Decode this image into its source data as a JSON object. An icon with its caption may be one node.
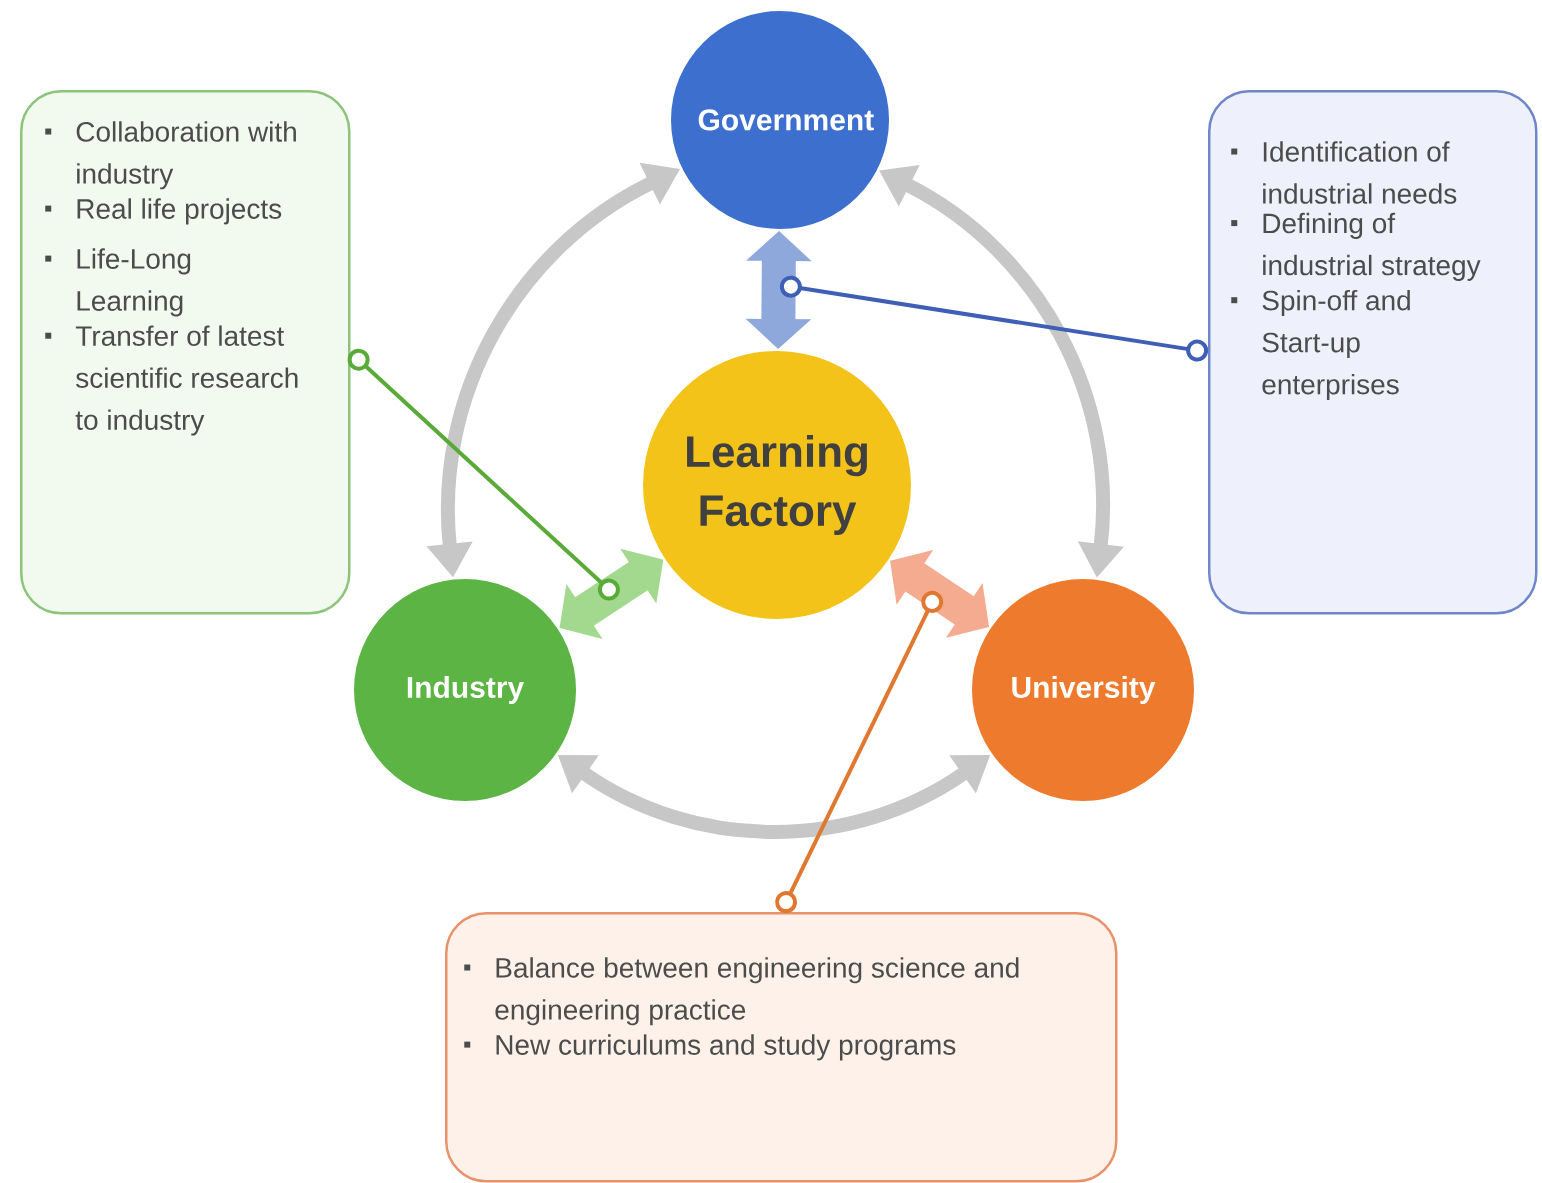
{
  "diagram": {
    "nodes": [
      {
        "text": [
          "Government"
        ]
      },
      {
        "text": [
          "Learning Factory"
        ]
      },
      {
        "text": [
          "Industry"
        ]
      },
      {
        "text": [
          "University"
        ]
      },
      {
        "text": [
          "Collaboration with industry",
          "Real life projects",
          "Life-Long Learning",
          "Transfer of latest scientific research to industry"
        ]
      },
      {
        "text": [
          "Identification of industrial needs",
          "Defining of industrial strategy",
          "Spin-off and Start-up enterprises"
        ]
      },
      {
        "text": [
          "Balance between engineering science and engineering practice",
          "New curriculums and study programs"
        ]
      }
    ],
    "edges": [
      {
        "from": 2,
        "to": 0,
        "arrow": "both"
      },
      {
        "from": 0,
        "to": 3,
        "arrow": "both"
      },
      {
        "from": 2,
        "to": 3,
        "arrow": "both"
      },
      {
        "from": 1,
        "to": 0,
        "arrow": "both",
        "style": "thick",
        "color": "#8fa8dc"
      },
      {
        "from": 2,
        "to": 1,
        "arrow": "both",
        "style": "thick",
        "color": "#a3d98f"
      },
      {
        "from": 3,
        "to": 1,
        "arrow": "both",
        "style": "thick",
        "color": "#f4ab90"
      },
      {
        "from": 4,
        "to": null,
        "arrow": "other",
        "color": "#5aaa3a"
      },
      {
        "from": 5,
        "to": null,
        "arrow": "other",
        "color": "#3e5fb5"
      },
      {
        "from": 6,
        "to": null,
        "arrow": "other",
        "color": "#e07830"
      }
    ]
  }
}
